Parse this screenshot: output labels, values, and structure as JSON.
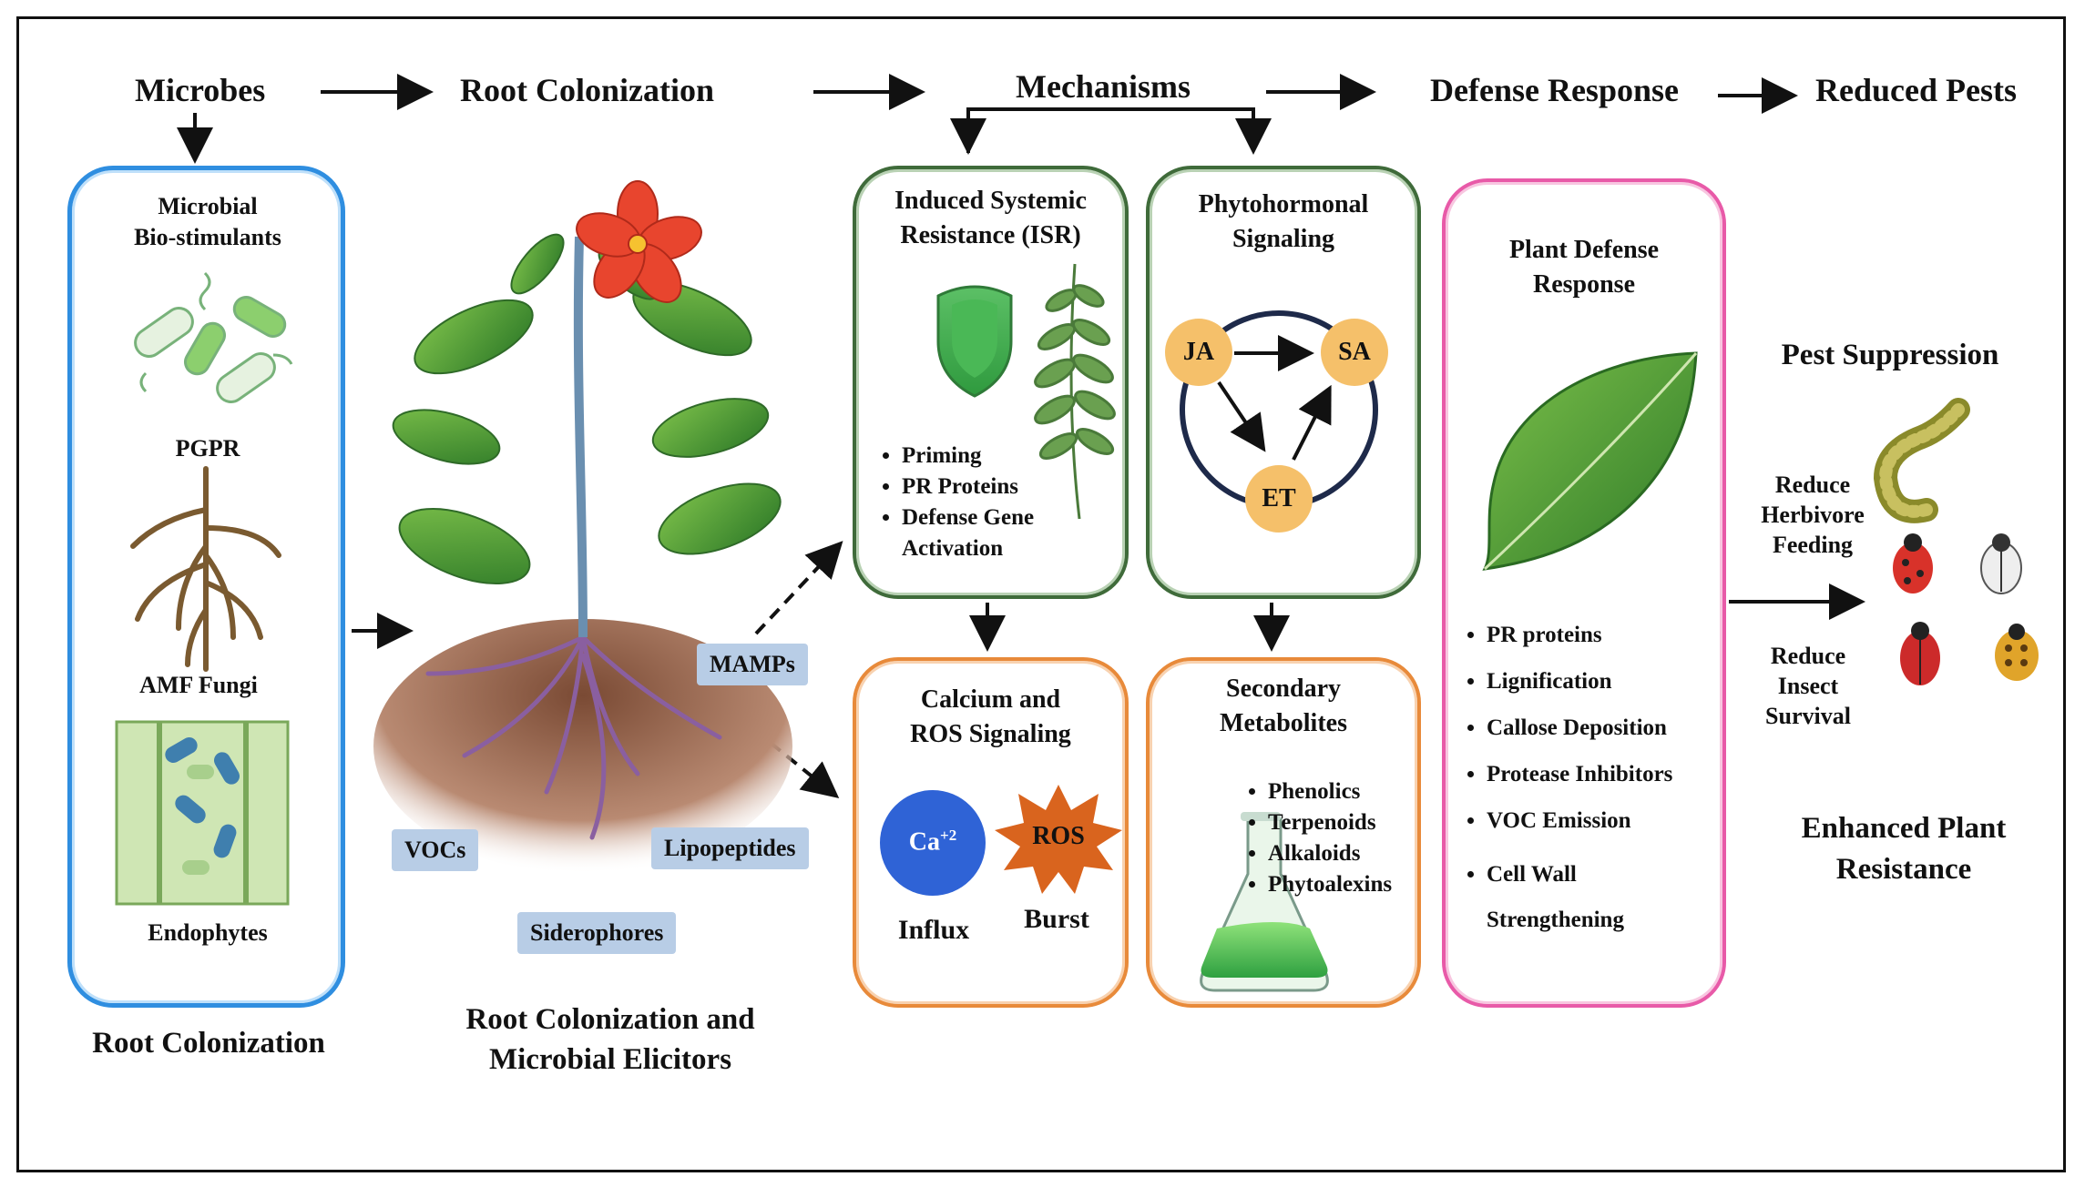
{
  "flow": {
    "microbes": "Microbes",
    "root_colonization": "Root Colonization",
    "mechanisms": "Mechanisms",
    "defense_response": "Defense Response",
    "reduced_pests": "Reduced Pests"
  },
  "microbes_panel": {
    "heading": "Microbial\nBio-stimulants",
    "items": [
      "PGPR",
      "AMF Fungi",
      "Endophytes"
    ],
    "caption": "Root Colonization"
  },
  "plant_panel": {
    "tags": [
      "MAMPs",
      "VOCs",
      "Lipopeptides",
      "Siderophores"
    ],
    "caption": "Root Colonization and\nMicrobial Elicitors"
  },
  "isr": {
    "title": "Induced Systemic\nResistance (ISR)",
    "bullets": [
      "Priming",
      "PR Proteins",
      "Defense Gene\nActivation"
    ]
  },
  "phyto": {
    "title": "Phytohormonal\nSignaling",
    "nodes": [
      "JA",
      "SA",
      "ET"
    ]
  },
  "calcium": {
    "title": "Calcium and\nROS Signaling",
    "ca_label": "Ca",
    "ca_sup": "+2",
    "ros_label": "ROS",
    "influx": "Influx",
    "burst": "Burst"
  },
  "secondary": {
    "title": "Secondary\nMetabolites",
    "bullets": [
      "Phenolics",
      "Terpenoids",
      "Alkaloids",
      "Phytoalexins"
    ]
  },
  "plant_defense": {
    "title": "Plant Defense\nResponse",
    "bullets": [
      "PR proteins",
      "Lignification",
      "Callose Deposition",
      "Protease Inhibitors",
      "VOC Emission",
      "Cell Wall\nStrengthening"
    ]
  },
  "pests": {
    "heading": "Pest Suppression",
    "reduce_feeding": "Reduce\nHerbivore\nFeeding",
    "reduce_survival": "Reduce\nInsect\nSurvival",
    "caption": "Enhanced Plant\nResistance"
  },
  "colors": {
    "blue_box": "#2f8ee0",
    "green_box": "#3f6b3a",
    "orange_box": "#e88a3a",
    "pink_box": "#e85aa8",
    "hormone_node": "#f5c06a",
    "ca_circle": "#2f63d6",
    "ros_burst": "#d9641e",
    "tag_fill": "#b8cde6"
  }
}
